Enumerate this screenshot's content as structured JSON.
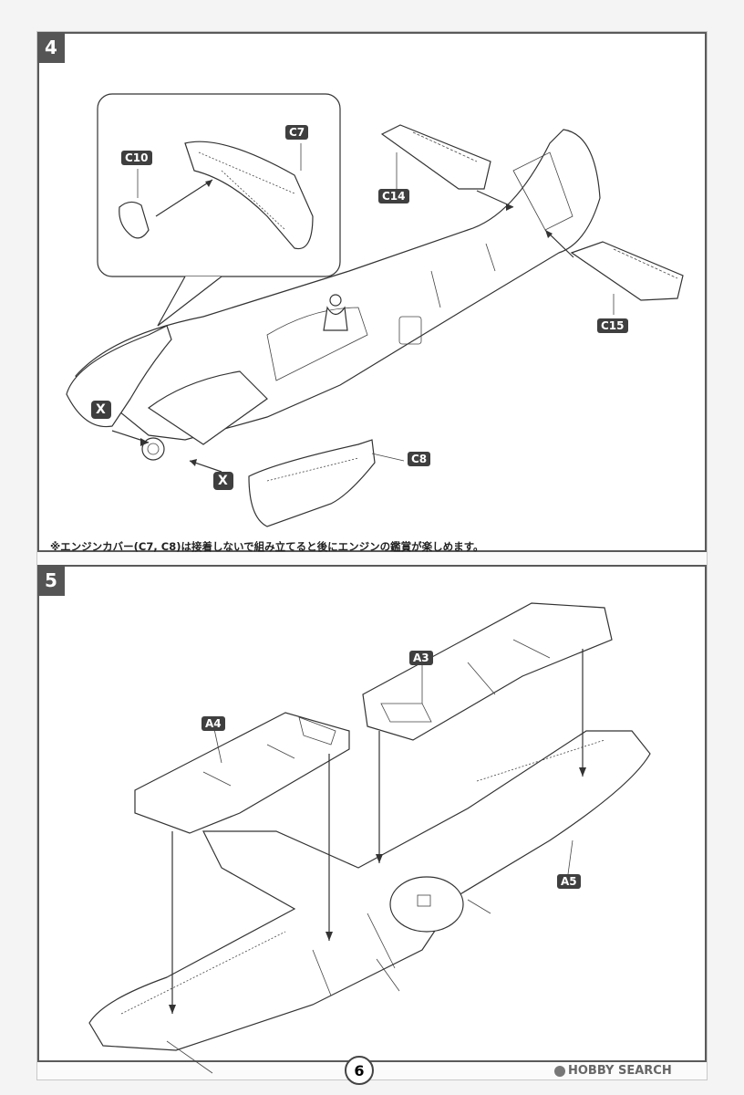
{
  "steps": [
    {
      "number": "4"
    },
    {
      "number": "5"
    }
  ],
  "step4": {
    "parts": [
      "C7",
      "C10",
      "C14",
      "C15",
      "C8"
    ],
    "note": "※エンジンカバー(C7, C8)は接着しないで組み立てると後にエンジンの鑑賞が楽しめます。",
    "symbol": "X"
  },
  "step5": {
    "parts": [
      "A3",
      "A4",
      "A5"
    ]
  },
  "page": {
    "number": "6"
  },
  "watermark": {
    "text": "HOBBY SEARCH"
  }
}
